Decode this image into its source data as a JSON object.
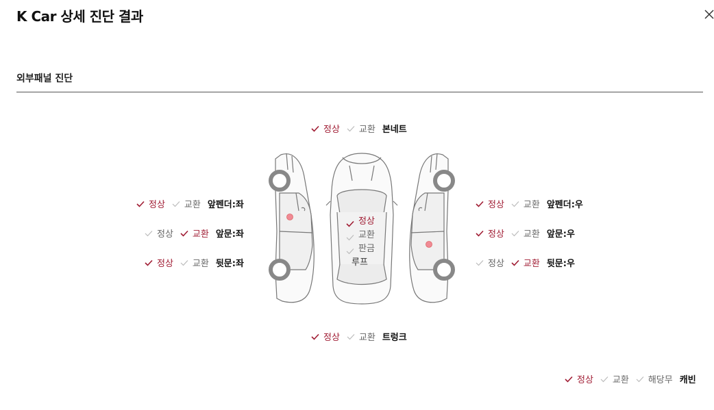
{
  "header": {
    "title": "K Car 상세 진단 결과"
  },
  "section": {
    "title": "외부패널 진단"
  },
  "labels": {
    "normal": "정상",
    "replace": "교환",
    "sheet": "판금",
    "na": "해당무"
  },
  "colors": {
    "accent": "#a01c33",
    "inactive": "#bbbbbb",
    "damage_dot": "#f08a95"
  },
  "icons": {
    "check": "check-icon",
    "close": "close-icon"
  },
  "panels": {
    "bonnet": {
      "name": "본네트",
      "normal": true,
      "replace": false
    },
    "front_fender_left": {
      "name": "앞펜더:좌",
      "normal": true,
      "replace": false
    },
    "front_door_left": {
      "name": "앞문:좌",
      "normal": false,
      "replace": true
    },
    "rear_door_left": {
      "name": "뒷문:좌",
      "normal": true,
      "replace": false
    },
    "front_fender_right": {
      "name": "앞펜더:우",
      "normal": true,
      "replace": false
    },
    "front_door_right": {
      "name": "앞문:우",
      "normal": true,
      "replace": false
    },
    "rear_door_right": {
      "name": "뒷문:우",
      "normal": false,
      "replace": true
    },
    "roof": {
      "name": "루프",
      "normal": true,
      "replace": false,
      "sheet": false
    },
    "trunk": {
      "name": "트렁크",
      "normal": true,
      "replace": false
    },
    "cabin": {
      "name": "캐빈",
      "normal": true,
      "replace": false,
      "na": false
    }
  }
}
